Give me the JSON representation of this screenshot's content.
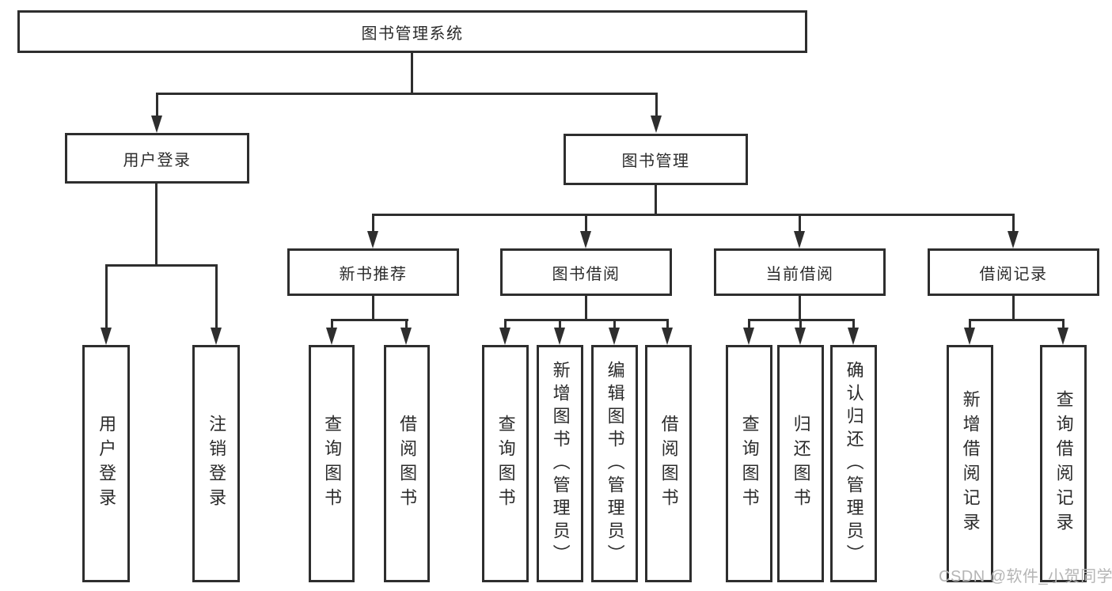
{
  "colors": {
    "line": "#2e2e2e",
    "text": "#2b2b2b",
    "box_background": "#ffffff",
    "watermark": "#b5b5b5"
  },
  "diagram": {
    "type": "hierarchy-flowchart",
    "root": {
      "label": "图书管理系统"
    },
    "branches": [
      {
        "label": "用户登录",
        "children": [
          {
            "label": "用户登录"
          },
          {
            "label": "注销登录"
          }
        ]
      },
      {
        "label": "图书管理",
        "children": [
          {
            "label": "新书推荐",
            "children": [
              {
                "label": "查询图书"
              },
              {
                "label": "借阅图书"
              }
            ]
          },
          {
            "label": "图书借阅",
            "children": [
              {
                "label": "查询图书"
              },
              {
                "label": "新增图书（管理员）"
              },
              {
                "label": "编辑图书（管理员）"
              },
              {
                "label": "借阅图书"
              }
            ]
          },
          {
            "label": "当前借阅",
            "children": [
              {
                "label": "查询图书"
              },
              {
                "label": "归还图书"
              },
              {
                "label": "确认归还（管理员）"
              }
            ]
          },
          {
            "label": "借阅记录",
            "children": [
              {
                "label": "新增借阅记录"
              },
              {
                "label": "查询借阅记录"
              }
            ]
          }
        ]
      }
    ]
  },
  "watermark": {
    "text": "CSDN @软件_小贺同学"
  }
}
